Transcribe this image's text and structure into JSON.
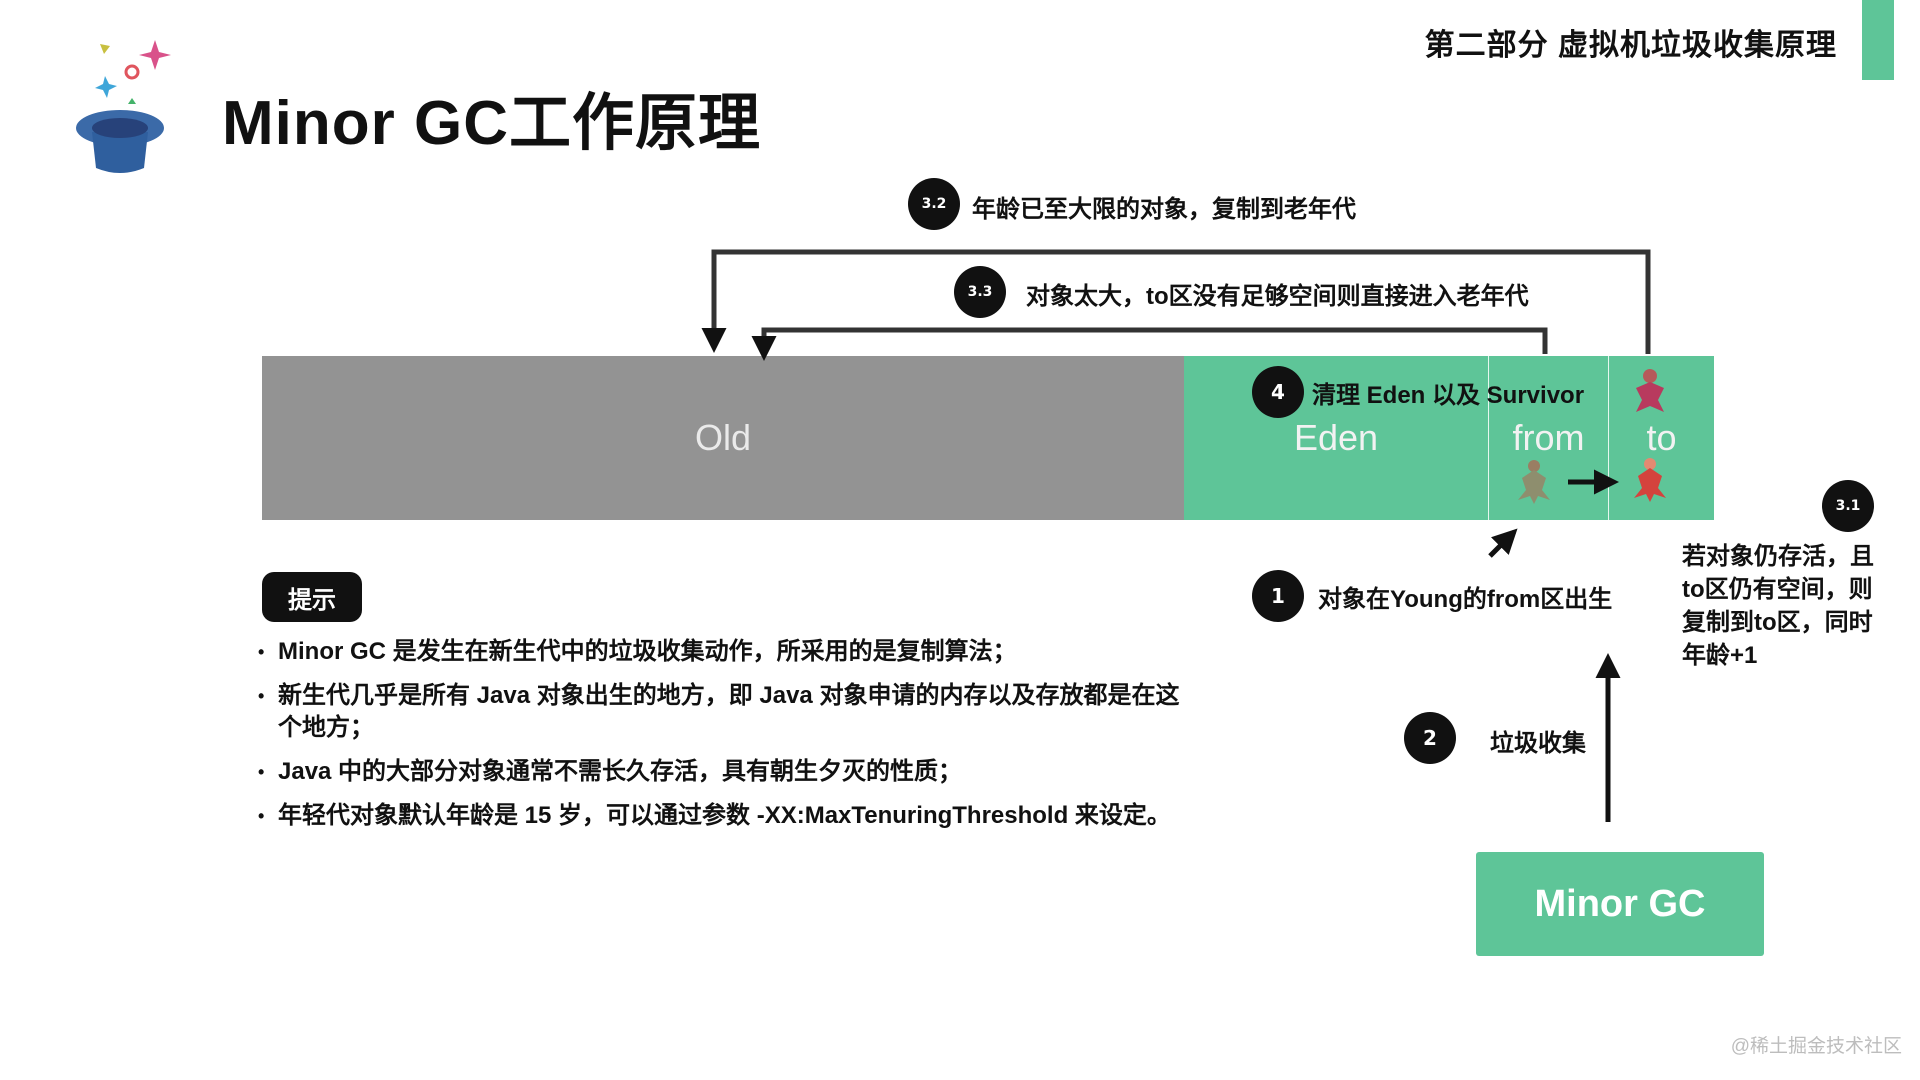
{
  "header": {
    "section_title": "第二部分 虚拟机垃圾收集原理",
    "page_title": "Minor GC工作原理",
    "accent_color": "#5ec598",
    "logo_icon": "magic-hat-icon"
  },
  "diagram": {
    "regions": {
      "old": "Old",
      "eden": "Eden",
      "from": "from",
      "to": "to"
    },
    "colors": {
      "old": "#939393",
      "young": "#5ec598",
      "object_dim": "#8e8e6e",
      "object_alive": "#d4433d",
      "object_old": "#b83a5e"
    },
    "steps": [
      {
        "badge": "1",
        "label": "对象在Young的from区出生"
      },
      {
        "badge": "2",
        "label": "垃圾收集"
      },
      {
        "badge": "3.1",
        "label": "若对象仍存活，且to区仍有空间，则复制到to区，同时年龄+1",
        "lines": [
          "若对象仍存活，且",
          "to区仍有空间，则",
          "复制到to区，同时",
          "年龄+1"
        ]
      },
      {
        "badge": "3.2",
        "label": "年龄已至大限的对象，复制到老年代"
      },
      {
        "badge": "3.3",
        "label": "对象太大，to区没有足够空间则直接进入老年代"
      },
      {
        "badge": "4",
        "label": "清理 Eden 以及 Survivor"
      }
    ],
    "minor_gc_button": "Minor GC"
  },
  "tips": {
    "badge": "提示",
    "items": [
      "Minor GC 是发生在新生代中的垃圾收集动作，所采用的是复制算法；",
      "新生代几乎是所有 Java 对象出生的地方，即 Java 对象申请的内存以及存放都是在这个地方；",
      "Java 中的大部分对象通常不需长久存活，具有朝生夕灭的性质；",
      "年轻代对象默认年龄是 15 岁，可以通过参数 -XX:MaxTenuringThreshold 来设定。"
    ]
  },
  "watermark": "@稀土掘金技术社区"
}
